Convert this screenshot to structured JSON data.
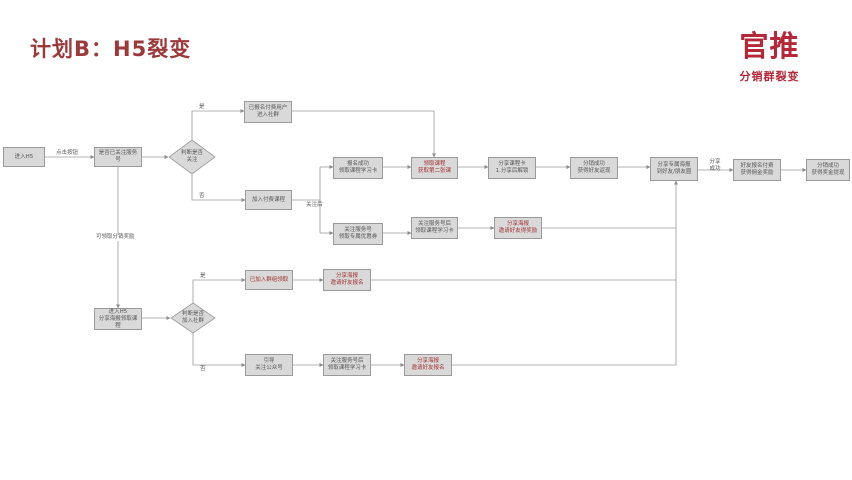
{
  "header": {
    "title": "计划B：H5裂变"
  },
  "logo": {
    "main": "官推",
    "sub": "分销群裂变"
  },
  "flow": {
    "boxes": {
      "entry": "进入H5",
      "check_sub": "是否已关注服务号",
      "paid_user": "已报名付费用户\n进入社群",
      "join_paid": "加入付费课程",
      "sign_up": "报名成功\n领取课程学习卡",
      "get_card": "领取课程\n获取第二张课",
      "share_card": "分享课程卡\n1.分享后解锁",
      "share_success": "分销成功\n获得好友返现",
      "share_poster": "分享专属海报\n到好友/朋友圈",
      "friend_sign": "好友报名付费\n获得佣金奖励",
      "share_join": "分销成功\n获得奖金提现",
      "follow_official": "关注服务号\n领取专属优惠券",
      "scan_join": "关注服务号后\n领取课程学习卡",
      "share_poster2": "分享海报\n邀请好友得奖励",
      "on_h5": "进入H5\n分享海报领取课程",
      "joined_group": "已加入群组领取",
      "share_poster3": "分享海报\n邀请好友报名",
      "guide": "引导\n关注公众号",
      "follow_redeem": "关注服务号后\n领取课程学习卡",
      "share_poster4": "分享海报\n邀请好友报名"
    },
    "decisions": {
      "d1": "判断是否\n关注",
      "d2": "判断是否\n加入社群"
    },
    "labels": {
      "lbl_click": "点击按钮",
      "lbl_yes1": "是",
      "lbl_no1": "否",
      "lbl_follow": "关注后",
      "lbl_no_follow": "可领取分销奖励",
      "lbl_yes2": "是",
      "lbl_no2": "否",
      "lbl_share": "分享\n成功"
    }
  }
}
